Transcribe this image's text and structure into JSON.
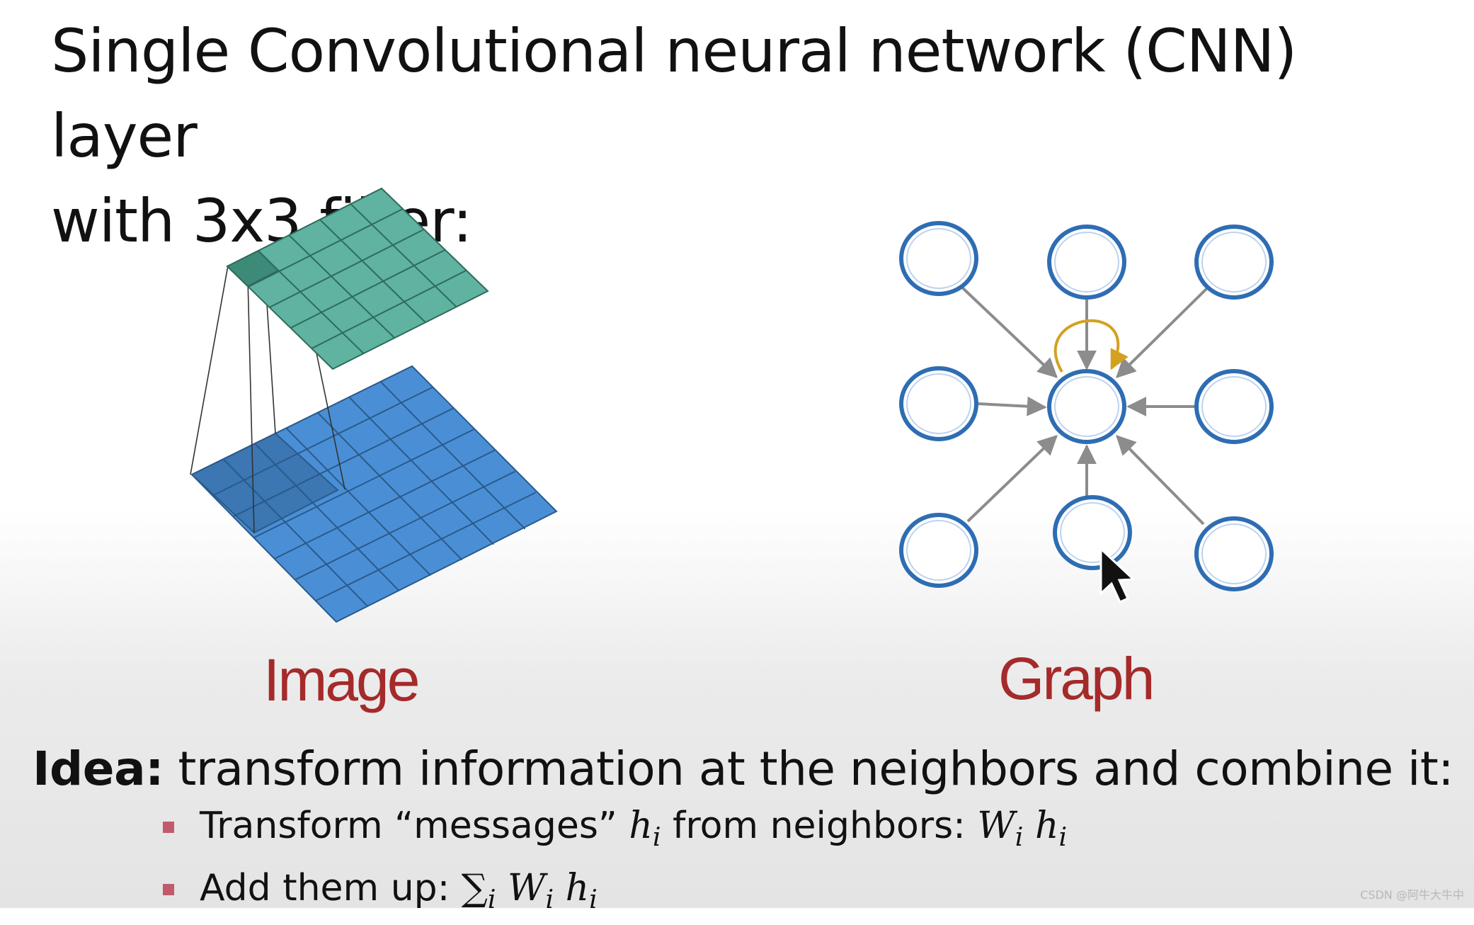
{
  "title": {
    "line1": "Single Convolutional neural network (CNN) layer",
    "line2": "with 3x3 filter:"
  },
  "labels": {
    "image": "Image",
    "graph": "Graph"
  },
  "idea": {
    "lead": "Idea:",
    "text": "transform information at the neighbors and combine it:"
  },
  "bullets": [
    {
      "pre": "Transform “messages” ",
      "h": "h",
      "mid": " from neighbors: ",
      "w": "W",
      "h2": "h",
      "sub": "i"
    },
    {
      "pre": "Add them up: ",
      "sum": "∑",
      "w": "W",
      "h": "h",
      "sub": "i"
    }
  ],
  "colors": {
    "teal": "#5fb3a0",
    "blue": "#4a8fd6",
    "node": "#2e6db3",
    "label": "#a52a2a",
    "self_loop": "#d4a020",
    "arrow": "#8c8c8c"
  },
  "watermark": "CSDN @阿牛大牛中"
}
